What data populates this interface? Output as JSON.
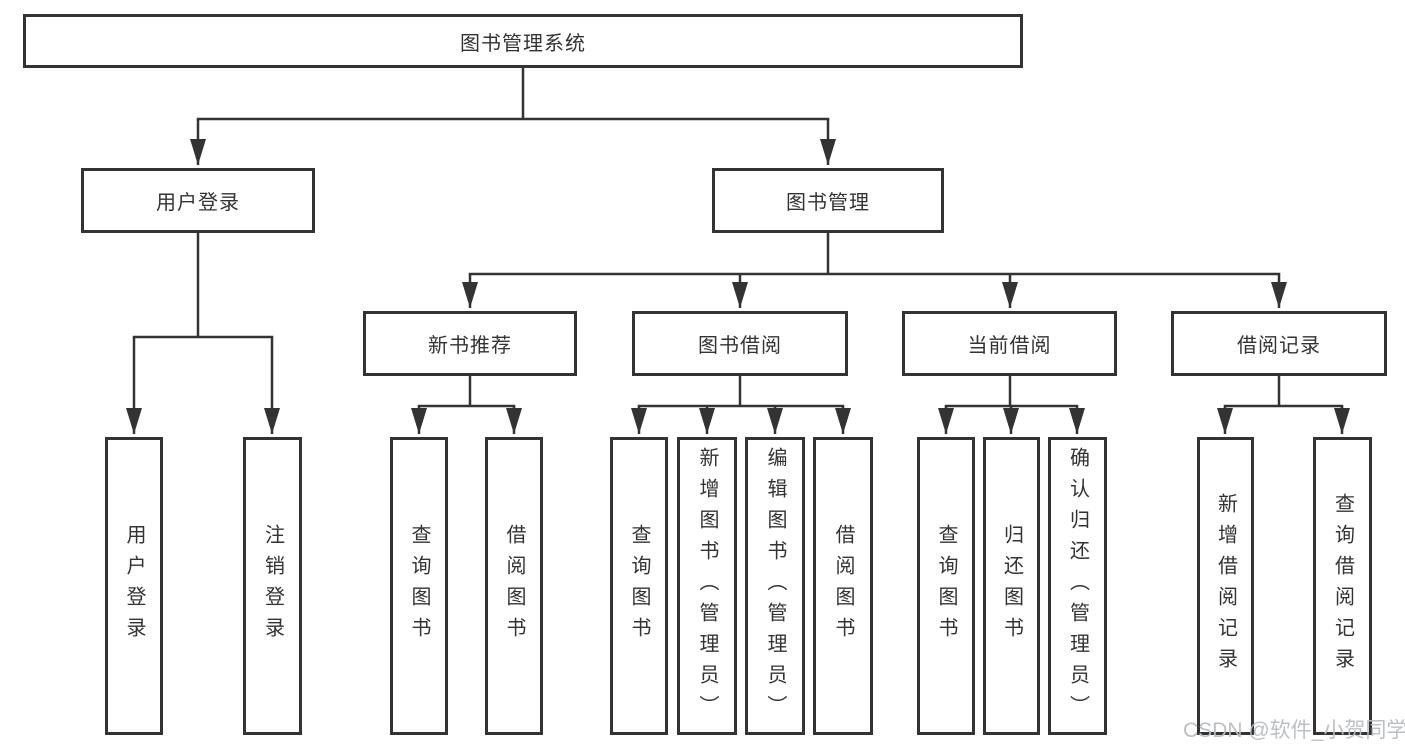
{
  "diagram": {
    "root": "图书管理系统",
    "level2": {
      "login": "用户登录",
      "manage": "图书管理"
    },
    "level3": {
      "newbook": "新书推荐",
      "borrow": "图书借阅",
      "current": "当前借阅",
      "records": "借阅记录"
    },
    "leaves": {
      "login_login": "用户登录",
      "login_logout": "注销登录",
      "newbook_query": "查询图书",
      "newbook_borrow": "借阅图书",
      "borrow_query": "查询图书",
      "borrow_add": "新增图书（管理员）",
      "borrow_edit": "编辑图书（管理员）",
      "borrow_borrow": "借阅图书",
      "current_query": "查询图书",
      "current_return": "归还图书",
      "current_confirm": "确认归还（管理员）",
      "records_add": "新增借阅记录",
      "records_query": "查询借阅记录"
    }
  },
  "watermark": "CSDN @软件_小贺同学",
  "colors": {
    "line": "#333333",
    "text": "#333333",
    "box_background": "#ffffff",
    "watermark": "#b9bdc1",
    "background": "#ffffff"
  }
}
